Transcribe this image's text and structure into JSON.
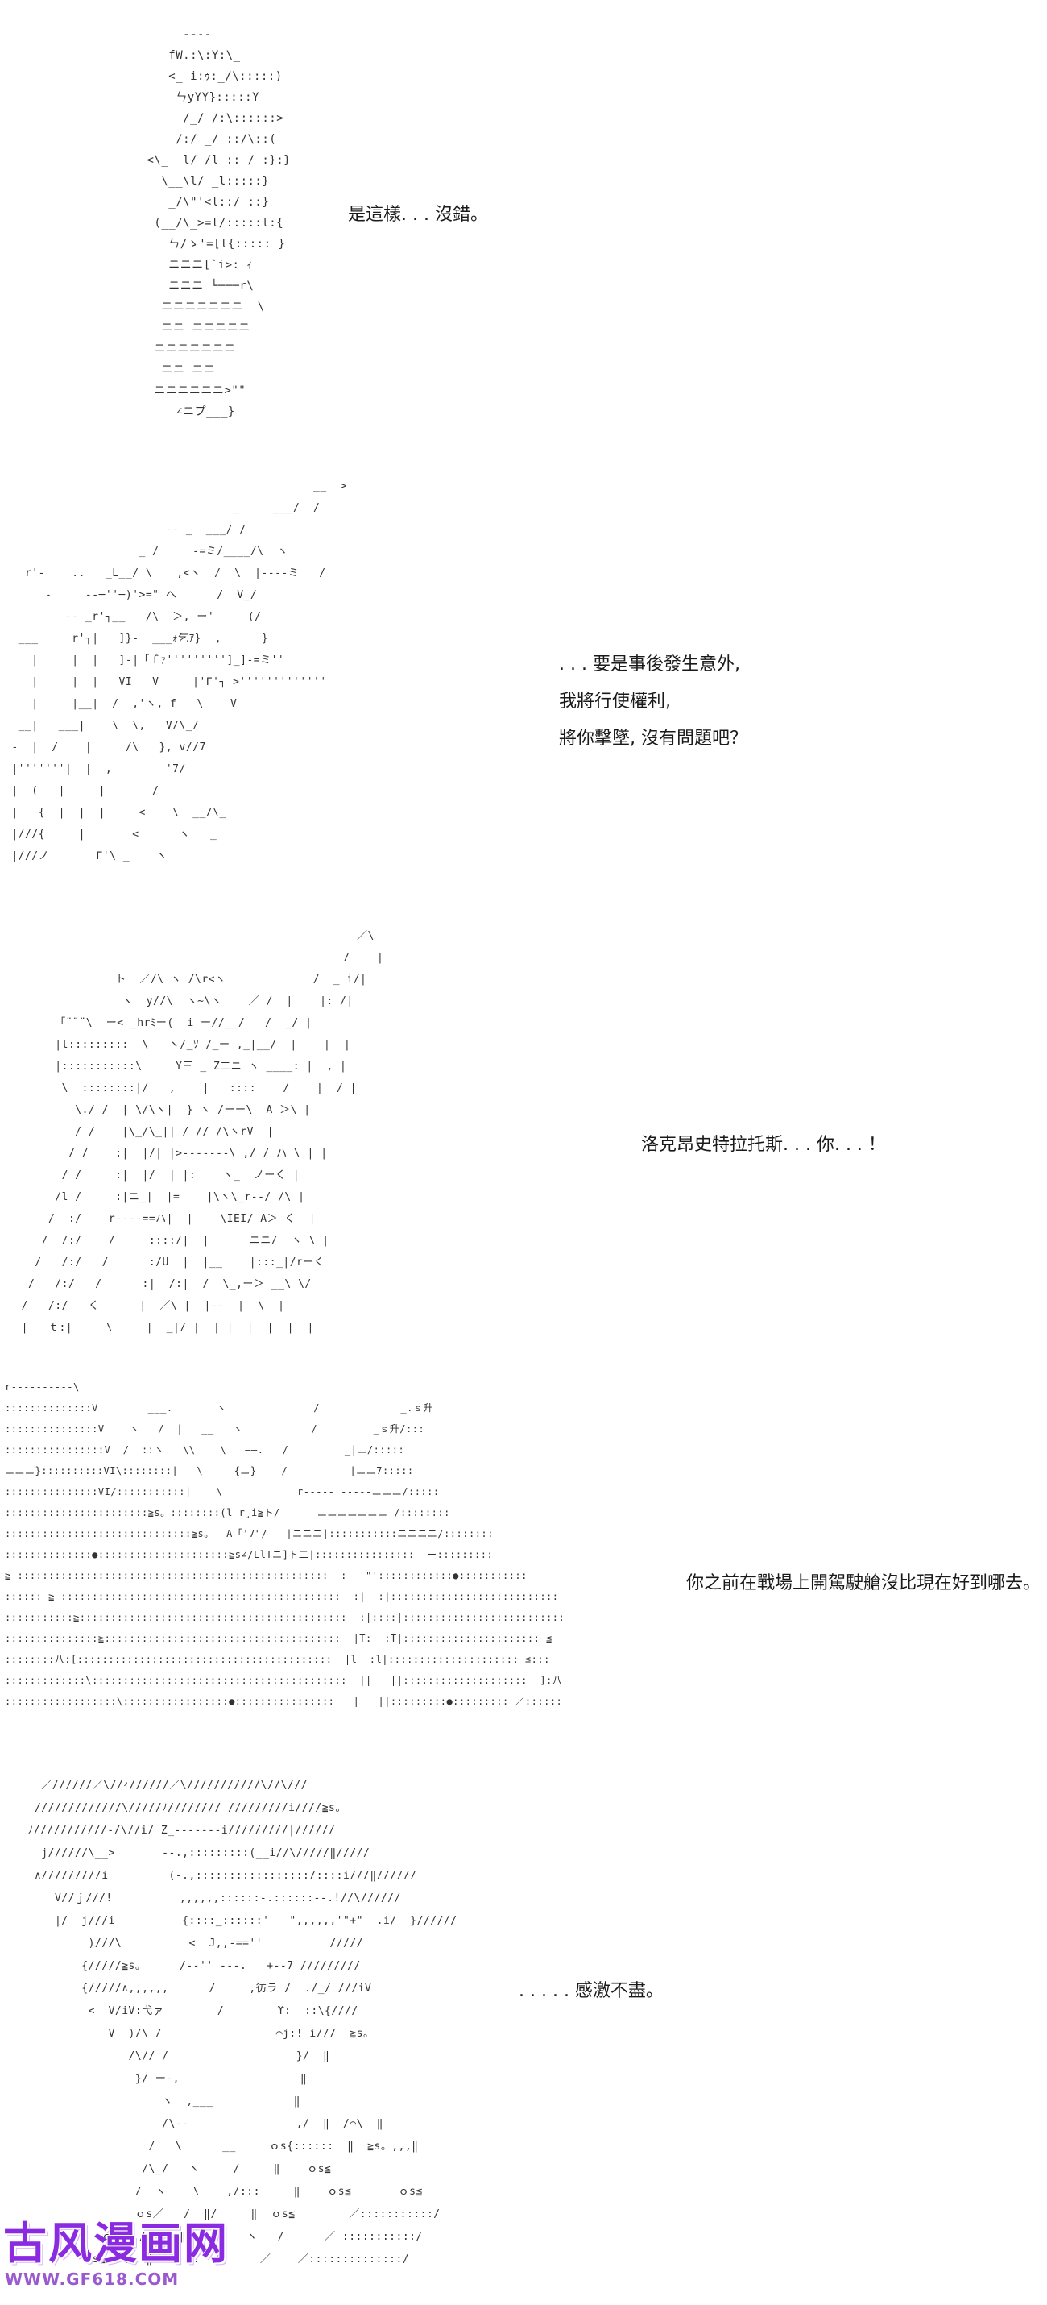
{
  "panels": [
    {
      "art": "            ----\n          fW.:\\:Y:\\_\n          <_ i:ｩ:_/\\:::::)\n           ㄣyYY}:::::Y\n            /_/ /:\\::::::>\n           /:/ _/ ::/\\::(\n       <\\_  l/ /l :: / :}:}\n         \\__\\l/ _l:::::}\n          _/\\\"'<l::/ ::}\n        (__/\\_>=l/:::::l:{\n          ㄣ/ゝ'=[l{::::: }\n          ニニニ[`i>: ｨ\n          ニニニ └───r\\\n         ニニニニニニニ  \\\n         ニニ_ニニニニニ\n        ニニニニニニニ_\n         ニニ_ニニ__\n        ニニニニニニ>\"\"\n           ∠ニプ___}",
      "lines": [
        "是這樣. . . 沒錯。"
      ]
    },
    {
      "art": "                                              __  >\n                                  _     ___/  /\n                        -- _  ___/ /\n                    _ /     -=ミ/____/\\  ヽ\n   r'‐    ..   _L__/ \\ 　 ,<ヽ  /  \\  |‐‐‐‐ミ   /\n      -     --─''─)'>=\" ヘ      /  V_/\n         -- _r'┐__   /\\  ＞, ー'     (/\n  ___     r'┐|   ]}-  ___ｫ乞ｱ}  ,      }\n    |     |  |   ]-|「ｆｧ''''''''']_]‐=ミ''\n    |     |  |   VI   V     |'Γ'┐ >'''''''''''''\n    |     |__|  /  ,'ヽ, f   \\    V\n  __|   ___|    \\  \\,   V/\\_/\n -  |  /    |     /\\   }, v//7\n |'''''''|  |  ,        '7/\n |  (   |     |       /\n |   {  |  |  |     <    \\  __/\\_\n |///{     |       <      ヽ   _\n |///ノ       Γ'\\ _    ヽ",
      "lines": [
        ". . . 要是事後發生意外,",
        "我將行使權利,",
        "將你擊墜, 沒有問題吧？"
      ]
    },
    {
      "art": "                                                    ／\\\n                                                  /    |\n                ト  ／/\\ ヽ /\\r<ヽ             /  _ i/|\n                 ヽ  y//\\  ヽ~\\ヽ    ／ /  |    |: /|\n       「¨¨¨\\  ー< _hrﾐー(  i ー//__/   /  _/ |\n       |l:::::::::  \\   ヽ/_ｿ /_ー ,_|__/  |    |  |\n       |:::::::::::\\     Y三 _ Z二ニ ヽ ____: |  , |\n        \\  ::::::::|/   ,    |   ::::    /    |  / |\n          \\./ /  | \\/\\ヽ|  } ヽ /ーー\\  A ＞\\ |\n          / /    |\\_/\\_|| / // /\\ヽrV  |\n         / /    :|  |/| |>‐‐‐‐‐‐‐\\ ,/ / ハ \\ | |\n        / /     :|  |/  | |:    ヽ_  ノーく |\n       /l /     :|ニ_|  |=    |\\ヽ\\_r‐‐/ /\\ |\n      /  :/    r‐‐‐‐==ハ|  |    \\IEI/ A＞ く  |\n     /  /:/    /     ::::/|  |      ニニ/  ヽ \\ |\n    /   /:/   /      :/U  |  |__    |:::_|/rーく\n   /   /:/   /      :|  /:|  /  \\_,ー＞ __\\ \\/\n  /   /:/   く      |  ／\\ |  |--  |  \\  |\n  |   ｔ:|     \\     |  _|/ |  | |  |  |  |  |",
      "lines": [
        "洛克昂史特拉托斯. . . 你. . . ！"
      ]
    },
    {
      "art": "r‐‐‐‐‐‐‐‐‐‐\\\n::::::::::::::V        ___.       ヽ              /             _.ｓ升\n:::::::::::::::V    ヽ   /  |   __   ヽ           /         _ｓ升/:::\n::::::::::::::::V  /  ::ヽ   \\\\    \\   ――.   /         _|ニ/:::::\nニニニ}::::::::::VI\\::::::::|   \\     {ニ}    /          |ニニ7:::::\n:::::::::::::::VI/:::::::::::|____\\____ ____   r‐‐‐‐‐ ‐‐‐‐‐ニニニ/:::::\n:::::::::::::::::::::::≧s。::::::::(l_r¸i≧ト/   ___ニニニニニニニ /::::::::\n::::::::::::::::::::::::::::::≧s。__A「'7\"/  _|ニニニ|:::::::::::ニニニニ/::::::::\n::::::::::::::●:::::::::::::::::::::≧s∠/LlTニ]ト二|::::::::::::::::  ー:::::::::\n≧ ::::::::::::::::::::::::::::::::::::::::::::::::::  :|--\"'::::::::::::●:::::::::::\n:::::: ≧ :::::::::::::::::::::::::::::::::::::::::::::  :|  :|:::::::::::::::::::::::::::\n:::::::::::≧:::::::::::::::::::::::::::::::::::::::::::  :|::::|::::::::::::::::::::::::::\n:::::::::::::::≧::::::::::::::::::::::::::::::::::::::  |T:  :T|:::::::::::::::::::::: ≦\n::::::::八:[:::::::::::::::::::::::::::::::::::::::::  |l  :l|::::::::::::::::::::: ≦:::\n:::::::::::::\\:::::::::::::::::::::::::::::::::::::::::  ||   ||::::::::::::::::::::  ]:八\n::::::::::::::::::\\:::::::::::::::::●::::::::::::::::  ||   ||:::::::::●::::::::: ／::::::",
      "lines": [
        "你之前在戰場上開駕駛艙沒比現在好到哪去。"
      ]
    },
    {
      "art": "    ／//////／\\//ｨ//////／\\///////////\\//\\///\n   /////////////\\/////ﾉ//////// /////////i////≧s。\n  ﾉ///////////‐/\\//i/ Z_‐‐‐‐‐‐‐i/////////|//////\n    j//////\\__>       ‐‐.,:::::::::(__i//\\/////‖/////\n   ∧/////////i         (‐.,:::::::::::::::::/::::i///‖//////\n      V//ｊ///!          ,,,,,,::::::‐.::::::‐‐.!//\\//////\n      |/  j///i          {::::_::::::'   \",,,,,,'\"+\"  .i/  }//////\n           )///\\          <  J,,‐==''          /////\n          {/////≧s。     /‐‐'' ‐‐‐.   +‐‐7 /////////\n          {/////∧,,,,,,      /     ,彷ラ /  ./_/ ///iV\n           <  V/iV:弋ァ        /        ϒ:  ::\\{////\n              V  )/\\ /                 ⌒j:! i///  ≧s。\n                 /\\// /                   }/  ‖\n                  }/ ー‐,                  ‖\n                      ヽ  ,___            ‖\n                      /\\‐‐                ,/  ‖  /⌒\\  ‖\n                    /   \\      __     ｏs{::::::  ‖  ≧s。,,,‖\n                   /\\_/   ヽ     /     ‖    ｏs≦\n                  /  ヽ    \\    ,/:::     ‖    ｏs≦       ｏs≦\n                  ｏs／   /  ‖/     ‖  ｏs≦        ／:::::::::::/\n             ｏs≦  /  /::‖    !    ヽ   /      ／ :::::::::::/\n          ｏs≦   /  ‖      !  /      ／    ／::::::::::::::/",
      "lines": [
        ". . . . . 感激不盡。"
      ]
    }
  ],
  "watermark": {
    "title": "古风漫画网",
    "url": "WWW.GF618.COM",
    "color": "#8a2be2"
  }
}
